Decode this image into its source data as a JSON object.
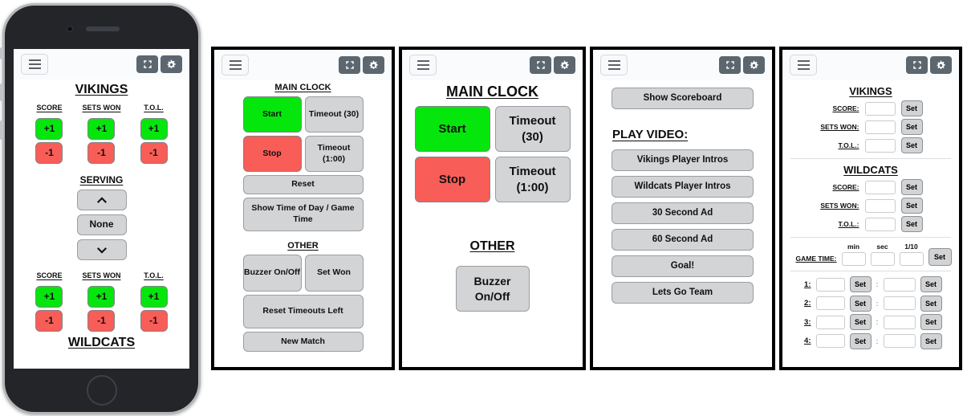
{
  "colors": {
    "start_green": "#05e70c",
    "stop_red": "#f85d58",
    "button_gray": "#d3d4d6",
    "header_button_dark": "#5c666f",
    "panel_border": "#000000"
  },
  "phone": {
    "teams": {
      "home": "VIKINGS",
      "away": "WILDCATS"
    },
    "stat_labels": [
      "SCORE",
      "SETS WON",
      "T.O.L."
    ],
    "inc": "+1",
    "dec": "-1",
    "serving_title": "SERVING",
    "serving_none": "None"
  },
  "clock_panel": {
    "main_title": "MAIN CLOCK",
    "start": "Start",
    "stop": "Stop",
    "timeout_30": "Timeout (30)",
    "timeout_60": "Timeout (1:00)",
    "reset": "Reset",
    "show_time": "Show Time of Day / Game Time",
    "other_title": "OTHER",
    "buzzer": "Buzzer On/Off",
    "set_won": "Set Won",
    "reset_timeouts": "Reset Timeouts Left",
    "new_match": "New Match"
  },
  "simple_clock_panel": {
    "main_title": "MAIN CLOCK",
    "start": "Start",
    "stop": "Stop",
    "timeout_30": "Timeout (30)",
    "timeout_60": "Timeout (1:00)",
    "other_title": "OTHER",
    "buzzer": "Buzzer On/Off"
  },
  "video_panel": {
    "show_scoreboard": "Show Scoreboard",
    "play_video_title": "PLAY VIDEO:",
    "videos": [
      "Vikings Player Intros",
      "Wildcats Player Intros",
      "30 Second Ad",
      "60 Second Ad",
      "Goal!",
      "Lets Go Team"
    ]
  },
  "manual_panel": {
    "sections": [
      {
        "title": "VIKINGS"
      },
      {
        "title": "WILDCATS"
      }
    ],
    "row_labels": [
      "SCORE:",
      "SETS WON:",
      "T.O.L.:"
    ],
    "set_label": "Set",
    "game_time_label": "GAME TIME:",
    "time_units": [
      "min",
      "sec",
      "1/10"
    ],
    "preset_rows": [
      "1:",
      "2:",
      "3:",
      "4:"
    ],
    "colon": ":"
  }
}
